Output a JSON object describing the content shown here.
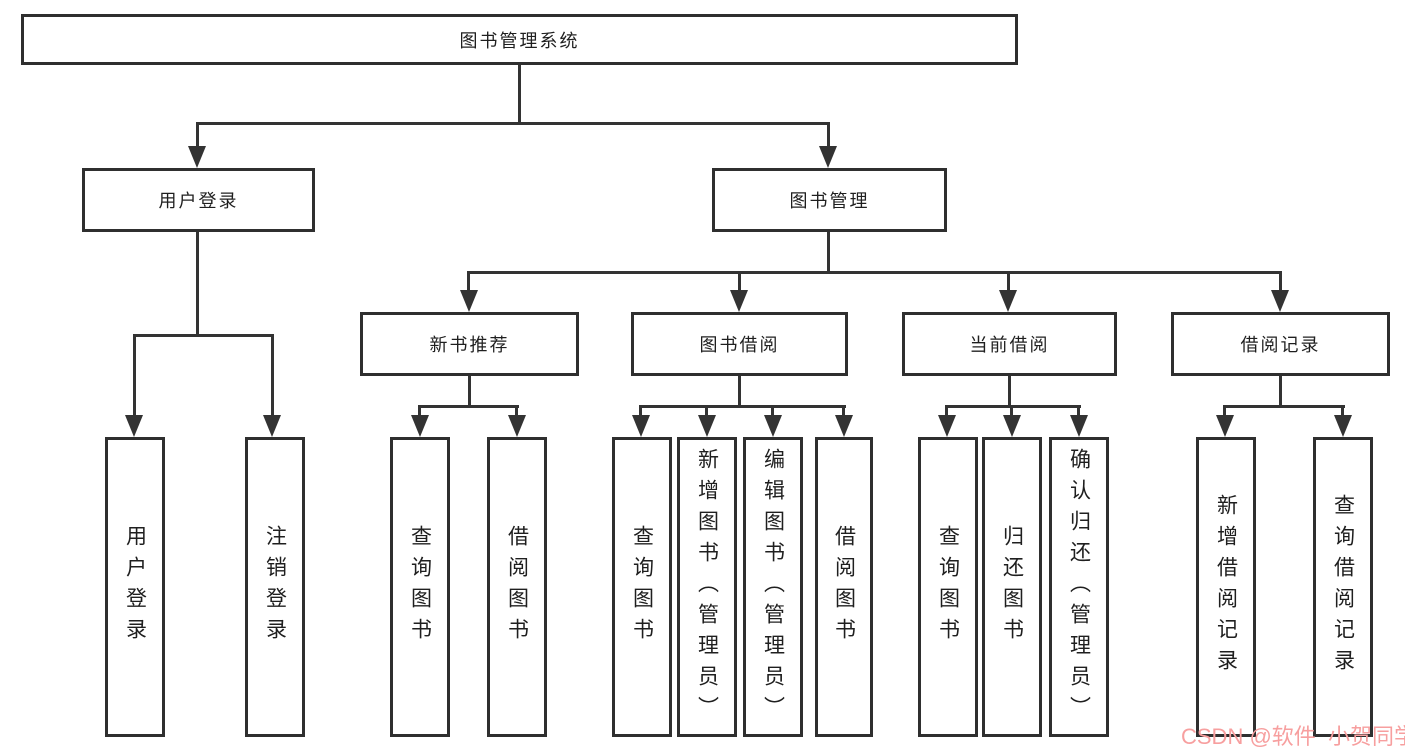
{
  "diagram": {
    "root": {
      "label": "图书管理系统"
    },
    "level2": [
      {
        "label": "用户登录"
      },
      {
        "label": "图书管理"
      }
    ],
    "level3": [
      {
        "label": "新书推荐"
      },
      {
        "label": "图书借阅"
      },
      {
        "label": "当前借阅"
      },
      {
        "label": "借阅记录"
      }
    ],
    "leaves": {
      "user_login": [
        "用户登录",
        "注销登录"
      ],
      "new_books": [
        "查询图书",
        "借阅图书"
      ],
      "book_borrow": [
        "查询图书",
        "新增图书（管理员）",
        "编辑图书（管理员）",
        "借阅图书"
      ],
      "current_borrow": [
        "查询图书",
        "归还图书",
        "确认归还（管理员）"
      ],
      "borrow_records": [
        "新增借阅记录",
        "查询借阅记录"
      ]
    },
    "watermark": "CSDN @软件_小贺同学",
    "colors": {
      "border": "#2f2f2f",
      "line": "#333333",
      "text": "#1f1f1f",
      "watermark": "#f79f9f",
      "background": "#ffffff"
    }
  }
}
